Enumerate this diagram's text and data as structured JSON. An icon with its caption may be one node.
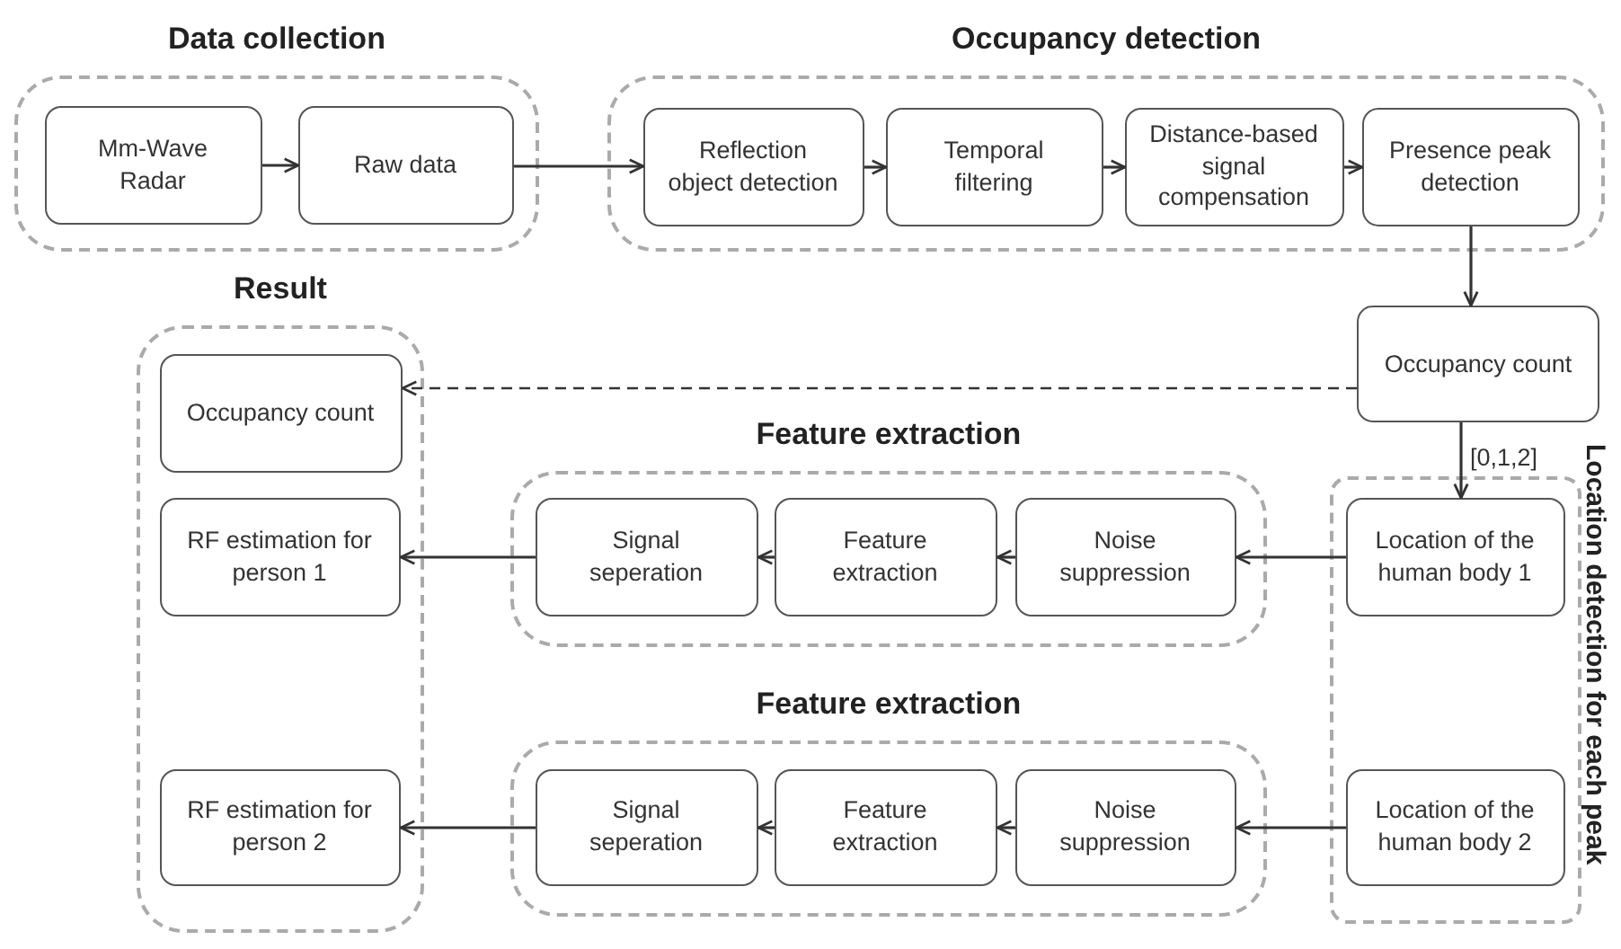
{
  "diagram": {
    "nodes": [
      {
        "text": [
          "Data collection"
        ]
      },
      {
        "text": [
          "Mm-Wave Radar"
        ],
        "in": 0
      },
      {
        "text": [
          "Raw data"
        ],
        "in": 0
      },
      {
        "text": [
          "Occupancy detection"
        ]
      },
      {
        "text": [
          "Reflection object detection"
        ],
        "in": 3
      },
      {
        "text": [
          "Temporal filtering"
        ],
        "in": 3
      },
      {
        "text": [
          "Distance-based signal compensation"
        ],
        "in": 3
      },
      {
        "text": [
          "Presence peak detection"
        ],
        "in": 3
      },
      {
        "text": [
          "Occupancy count"
        ]
      },
      {
        "text": [
          "Result"
        ]
      },
      {
        "text": [
          "Occupancy count"
        ],
        "in": 9
      },
      {
        "text": [
          "RF estimation for person 1"
        ],
        "in": 9
      },
      {
        "text": [
          "RF estimation for person 2"
        ],
        "in": 9
      },
      {
        "text": [
          "Feature extraction"
        ]
      },
      {
        "text": [
          "Signal seperation"
        ],
        "in": 13
      },
      {
        "text": [
          "Feature extraction"
        ],
        "in": 13
      },
      {
        "text": [
          "Noise suppression"
        ],
        "in": 13
      },
      {
        "text": [
          "Feature extraction"
        ]
      },
      {
        "text": [
          "Signal seperation"
        ],
        "in": 17
      },
      {
        "text": [
          "Feature extraction"
        ],
        "in": 17
      },
      {
        "text": [
          "Noise suppression"
        ],
        "in": 17
      },
      {
        "text": [
          "Location detection for each peak"
        ]
      },
      {
        "text": [
          "Location of the human body 1"
        ],
        "in": 21
      },
      {
        "text": [
          "Location of the human body 2"
        ],
        "in": 21
      }
    ],
    "edges": [
      {
        "from": 1,
        "to": 2,
        "arrow": "to"
      },
      {
        "from": 2,
        "to": 4,
        "arrow": "to"
      },
      {
        "from": 4,
        "to": 5,
        "arrow": "to"
      },
      {
        "from": 5,
        "to": 6,
        "arrow": "to"
      },
      {
        "from": 6,
        "to": 7,
        "arrow": "to"
      },
      {
        "from": 7,
        "to": 8,
        "arrow": "to"
      },
      {
        "from": 8,
        "to": 10,
        "arrow": "to",
        "style": "dashed"
      },
      {
        "from": 8,
        "to": 22,
        "arrow": "to",
        "label": "[0,1,2]"
      },
      {
        "from": 22,
        "to": 16,
        "arrow": "to"
      },
      {
        "from": 16,
        "to": 15,
        "arrow": "to"
      },
      {
        "from": 15,
        "to": 14,
        "arrow": "to"
      },
      {
        "from": 14,
        "to": 11,
        "arrow": "to"
      },
      {
        "from": 23,
        "to": 20,
        "arrow": "to"
      },
      {
        "from": 20,
        "to": 19,
        "arrow": "to"
      },
      {
        "from": 19,
        "to": 18,
        "arrow": "to"
      },
      {
        "from": 18,
        "to": 12,
        "arrow": "to"
      }
    ]
  }
}
